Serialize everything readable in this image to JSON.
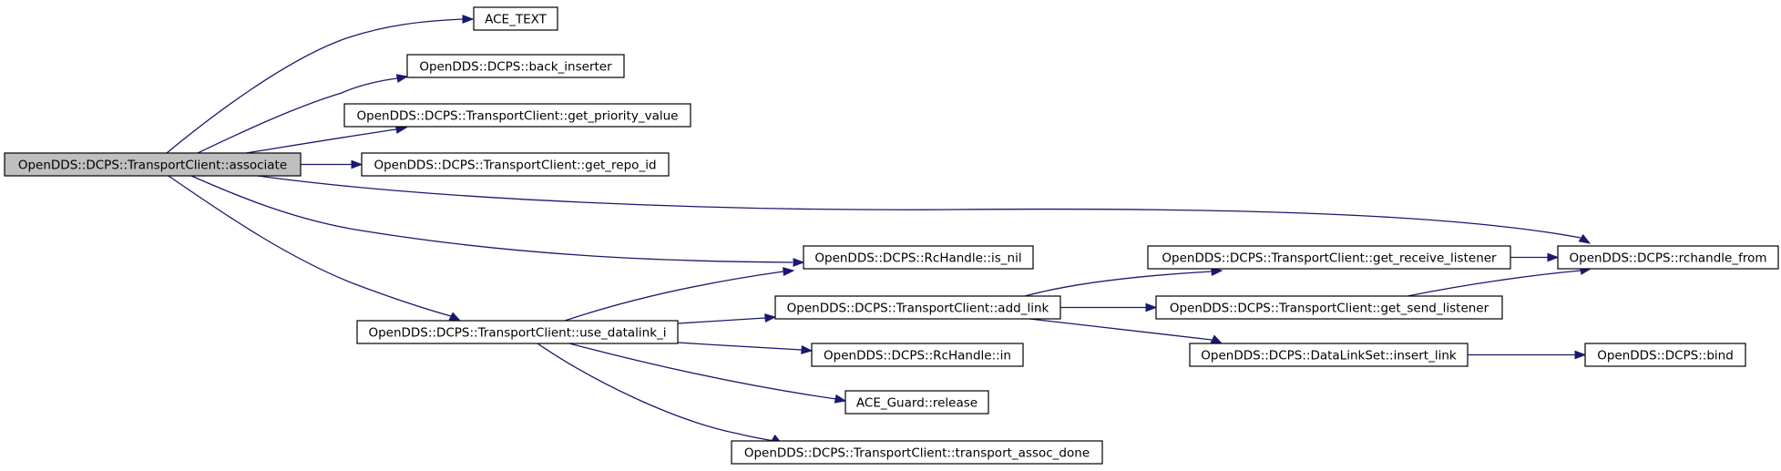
{
  "graph": {
    "edge_color": "#191970",
    "root_fill": "#bfbfbf",
    "nodes": [
      {
        "id": "associate",
        "label": "OpenDDS::DCPS::TransportClient::associate"
      },
      {
        "id": "ace_text",
        "label": "ACE_TEXT"
      },
      {
        "id": "back_inserter",
        "label": "OpenDDS::DCPS::back_inserter"
      },
      {
        "id": "get_priority_value",
        "label": "OpenDDS::DCPS::TransportClient::get_priority_value"
      },
      {
        "id": "get_repo_id",
        "label": "OpenDDS::DCPS::TransportClient::get_repo_id"
      },
      {
        "id": "rchandle_from",
        "label": "OpenDDS::DCPS::rchandle_from"
      },
      {
        "id": "is_nil",
        "label": "OpenDDS::DCPS::RcHandle::is_nil"
      },
      {
        "id": "use_datalink_i",
        "label": "OpenDDS::DCPS::TransportClient::use_datalink_i"
      },
      {
        "id": "add_link",
        "label": "OpenDDS::DCPS::TransportClient::add_link"
      },
      {
        "id": "get_receive_listener",
        "label": "OpenDDS::DCPS::TransportClient::get_receive_listener"
      },
      {
        "id": "get_send_listener",
        "label": "OpenDDS::DCPS::TransportClient::get_send_listener"
      },
      {
        "id": "insert_link",
        "label": "OpenDDS::DCPS::DataLinkSet::insert_link"
      },
      {
        "id": "bind",
        "label": "OpenDDS::DCPS::bind"
      },
      {
        "id": "rchandle_in",
        "label": "OpenDDS::DCPS::RcHandle::in"
      },
      {
        "id": "release",
        "label": "ACE_Guard::release"
      },
      {
        "id": "transport_assoc_done",
        "label": "OpenDDS::DCPS::TransportClient::transport_assoc_done"
      }
    ],
    "edges": [
      {
        "from": "associate",
        "to": "ace_text"
      },
      {
        "from": "associate",
        "to": "back_inserter"
      },
      {
        "from": "associate",
        "to": "get_priority_value"
      },
      {
        "from": "associate",
        "to": "get_repo_id"
      },
      {
        "from": "associate",
        "to": "rchandle_from"
      },
      {
        "from": "associate",
        "to": "is_nil"
      },
      {
        "from": "associate",
        "to": "use_datalink_i"
      },
      {
        "from": "use_datalink_i",
        "to": "is_nil"
      },
      {
        "from": "use_datalink_i",
        "to": "add_link"
      },
      {
        "from": "use_datalink_i",
        "to": "rchandle_in"
      },
      {
        "from": "use_datalink_i",
        "to": "release"
      },
      {
        "from": "use_datalink_i",
        "to": "transport_assoc_done"
      },
      {
        "from": "add_link",
        "to": "get_receive_listener"
      },
      {
        "from": "add_link",
        "to": "get_send_listener"
      },
      {
        "from": "add_link",
        "to": "insert_link"
      },
      {
        "from": "get_receive_listener",
        "to": "rchandle_from"
      },
      {
        "from": "get_send_listener",
        "to": "rchandle_from"
      },
      {
        "from": "insert_link",
        "to": "bind"
      }
    ]
  }
}
